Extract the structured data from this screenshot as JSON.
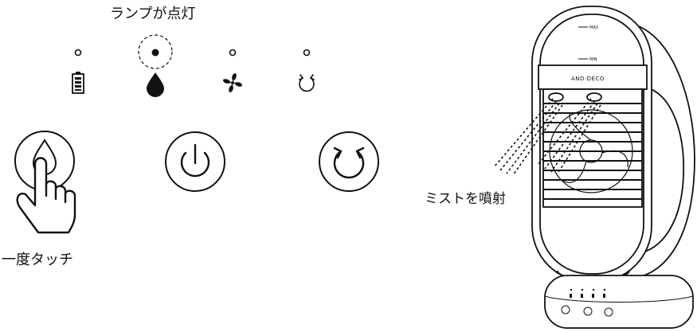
{
  "lamp_label": "ランプが点灯",
  "touch_label": "一度タッチ",
  "mist_label": "ミストを噴射",
  "indicators": [
    {
      "icon": "battery-icon",
      "lit": false
    },
    {
      "icon": "water-drop-icon",
      "lit": true
    },
    {
      "icon": "fan-icon",
      "lit": false
    },
    {
      "icon": "swing-icon",
      "lit": false
    }
  ],
  "buttons": [
    {
      "icon": "mist-button-icon"
    },
    {
      "icon": "power-button-icon"
    },
    {
      "icon": "swing-button-icon"
    }
  ],
  "device": {
    "brand": "AND·DECO",
    "max_label": "MAX",
    "min_label": "MIN"
  }
}
